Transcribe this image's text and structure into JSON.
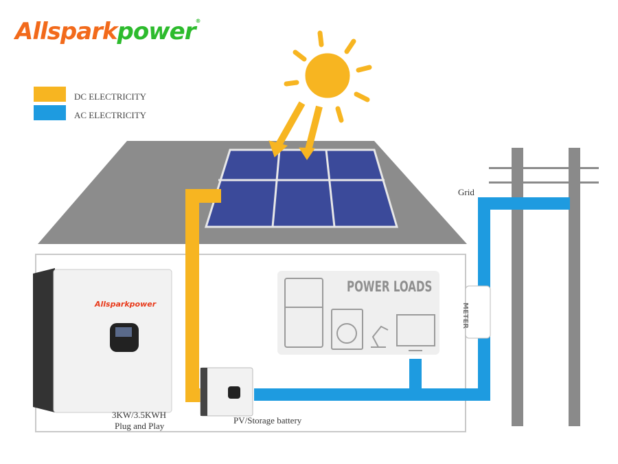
{
  "logo": {
    "part1": "Allspark",
    "part2": "power",
    "reg": "®"
  },
  "legend": [
    {
      "label": "DC ELECTRICITY",
      "color": "#f7b521"
    },
    {
      "label": "AC ELECTRICITY",
      "color": "#1e9be0"
    }
  ],
  "labels": {
    "grid": "Grid",
    "power_loads": "POWER LOADS",
    "meter": "METER",
    "product_line1": "3KW/3.5KWH",
    "product_line2": "Plug and Play",
    "pv_storage": "PV/Storage battery",
    "device_brand": "Allsparkpower"
  }
}
